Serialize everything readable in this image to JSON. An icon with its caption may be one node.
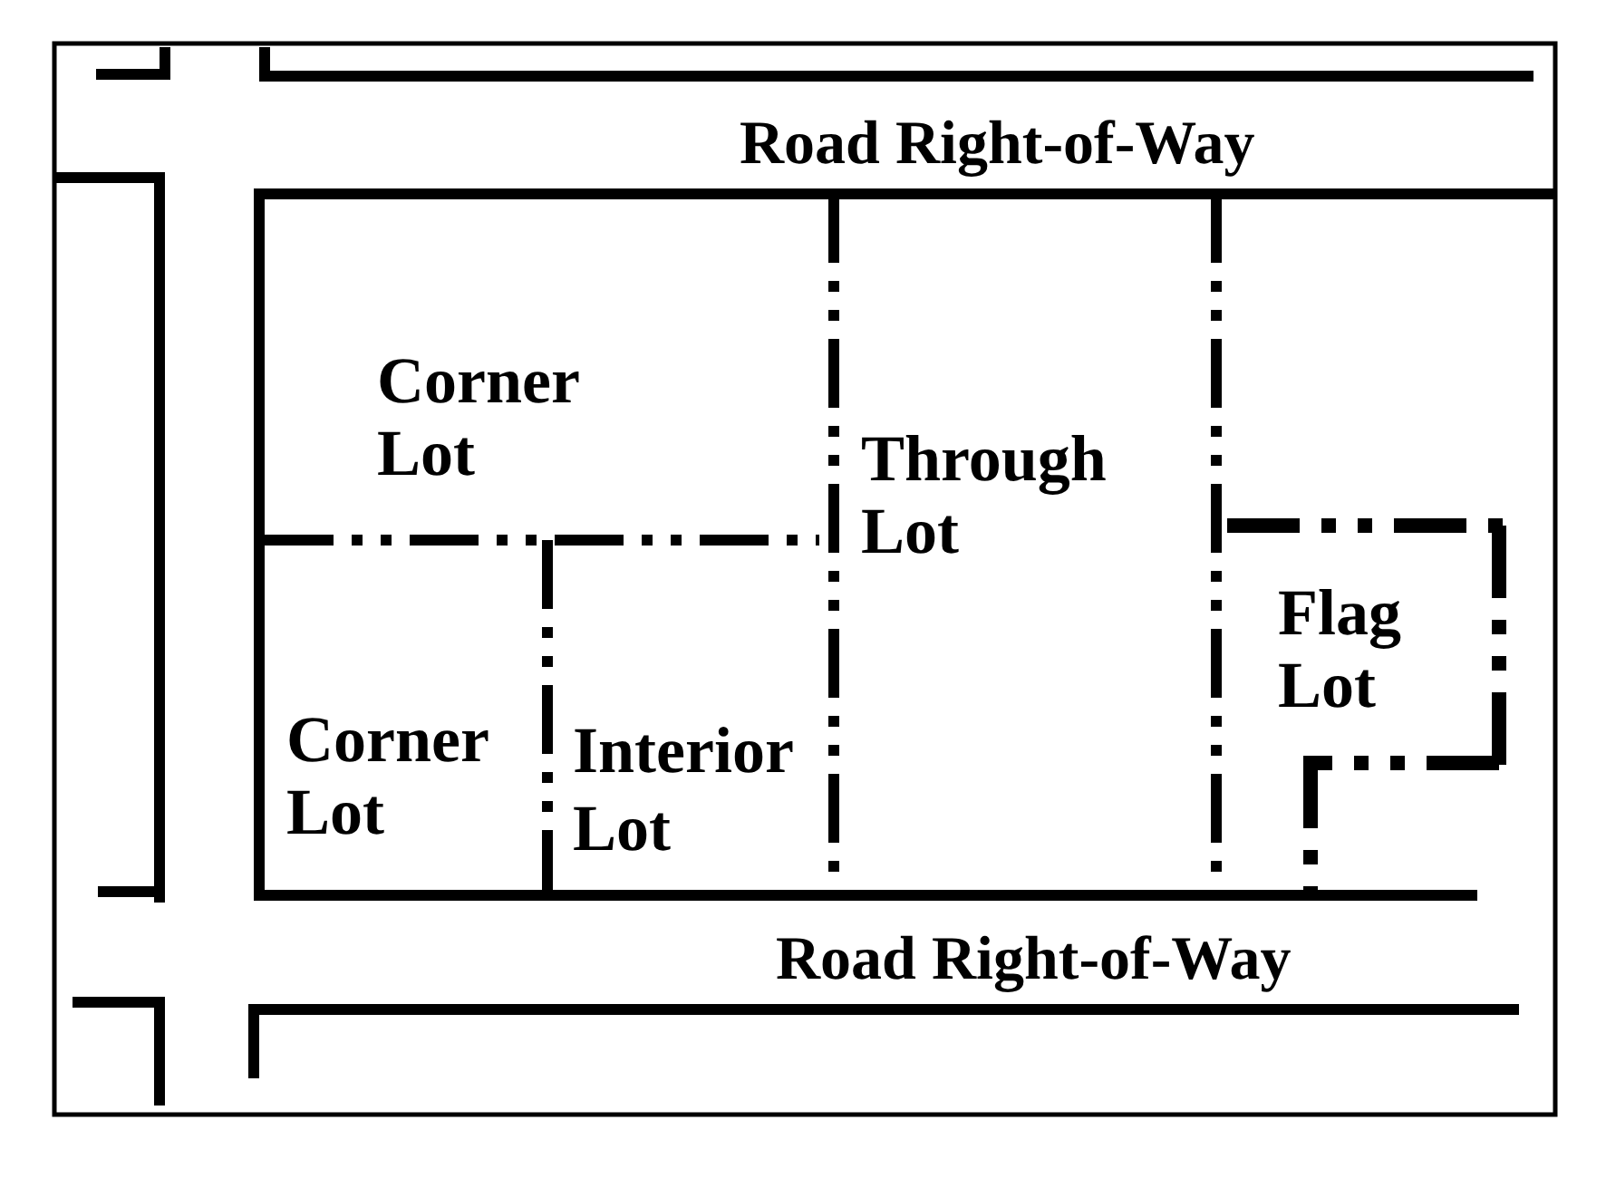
{
  "diagram": {
    "nodes": [
      {
        "text": [
          "Corner Lot"
        ]
      },
      {
        "text": [
          "Through Lot"
        ]
      },
      {
        "text": [
          "Flag Lot"
        ]
      },
      {
        "text": [
          "Corner Lot"
        ]
      },
      {
        "text": [
          "Interior Lot"
        ]
      }
    ],
    "labels": [
      "Road Right-of-Way",
      "Road Right-of-Way"
    ]
  }
}
